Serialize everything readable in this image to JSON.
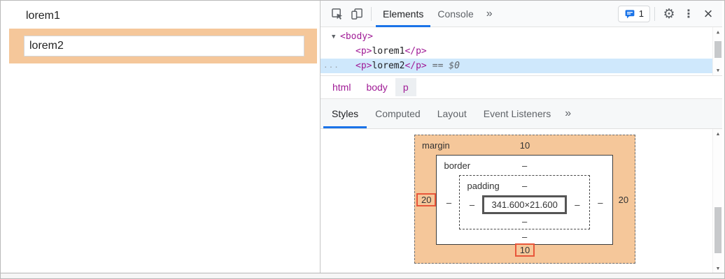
{
  "page": {
    "paragraph1": "lorem1",
    "paragraph2": "lorem2"
  },
  "devtools": {
    "toolbar": {
      "tab_elements": "Elements",
      "tab_console": "Console",
      "more_tabs": "»",
      "issues_count": "1"
    },
    "dom_tree": {
      "overflow_indicator": "...",
      "expander": "▼",
      "body_open": "<body>",
      "p1_open": "<p>",
      "p1_text": "lorem1",
      "p1_close": "</p>",
      "p2_open": "<p>",
      "p2_text": "lorem2",
      "p2_close": "</p>",
      "selection_hint": "== $0"
    },
    "breadcrumb": {
      "items": [
        "html",
        "body",
        "p"
      ]
    },
    "styles_panel": {
      "tab_styles": "Styles",
      "tab_computed": "Computed",
      "tab_layout": "Layout",
      "tab_event_listeners": "Event Listeners",
      "more_tabs": "»"
    },
    "box_model": {
      "margin_label": "margin",
      "margin_top": "10",
      "margin_left": "20",
      "margin_right": "20",
      "margin_bottom": "10",
      "border_label": "border",
      "border_top": "–",
      "border_left": "–",
      "border_right": "–",
      "border_bottom": "–",
      "padding_label": "padding",
      "padding_top": "–",
      "padding_left": "–",
      "padding_right": "–",
      "padding_bottom": "–",
      "content_size": "341.600×21.600"
    },
    "glyphs": {
      "scroll_up": "▲",
      "scroll_down": "▼",
      "gear": "⚙",
      "overflow_menu": "⋮",
      "close": "×"
    },
    "colors": {
      "accent_blue": "#1a73e8",
      "margin_orange": "#f5c79a",
      "highlight_red": "#e8563a",
      "selection_blue": "#cfe8fc",
      "tag_purple": "#a01c96"
    }
  }
}
